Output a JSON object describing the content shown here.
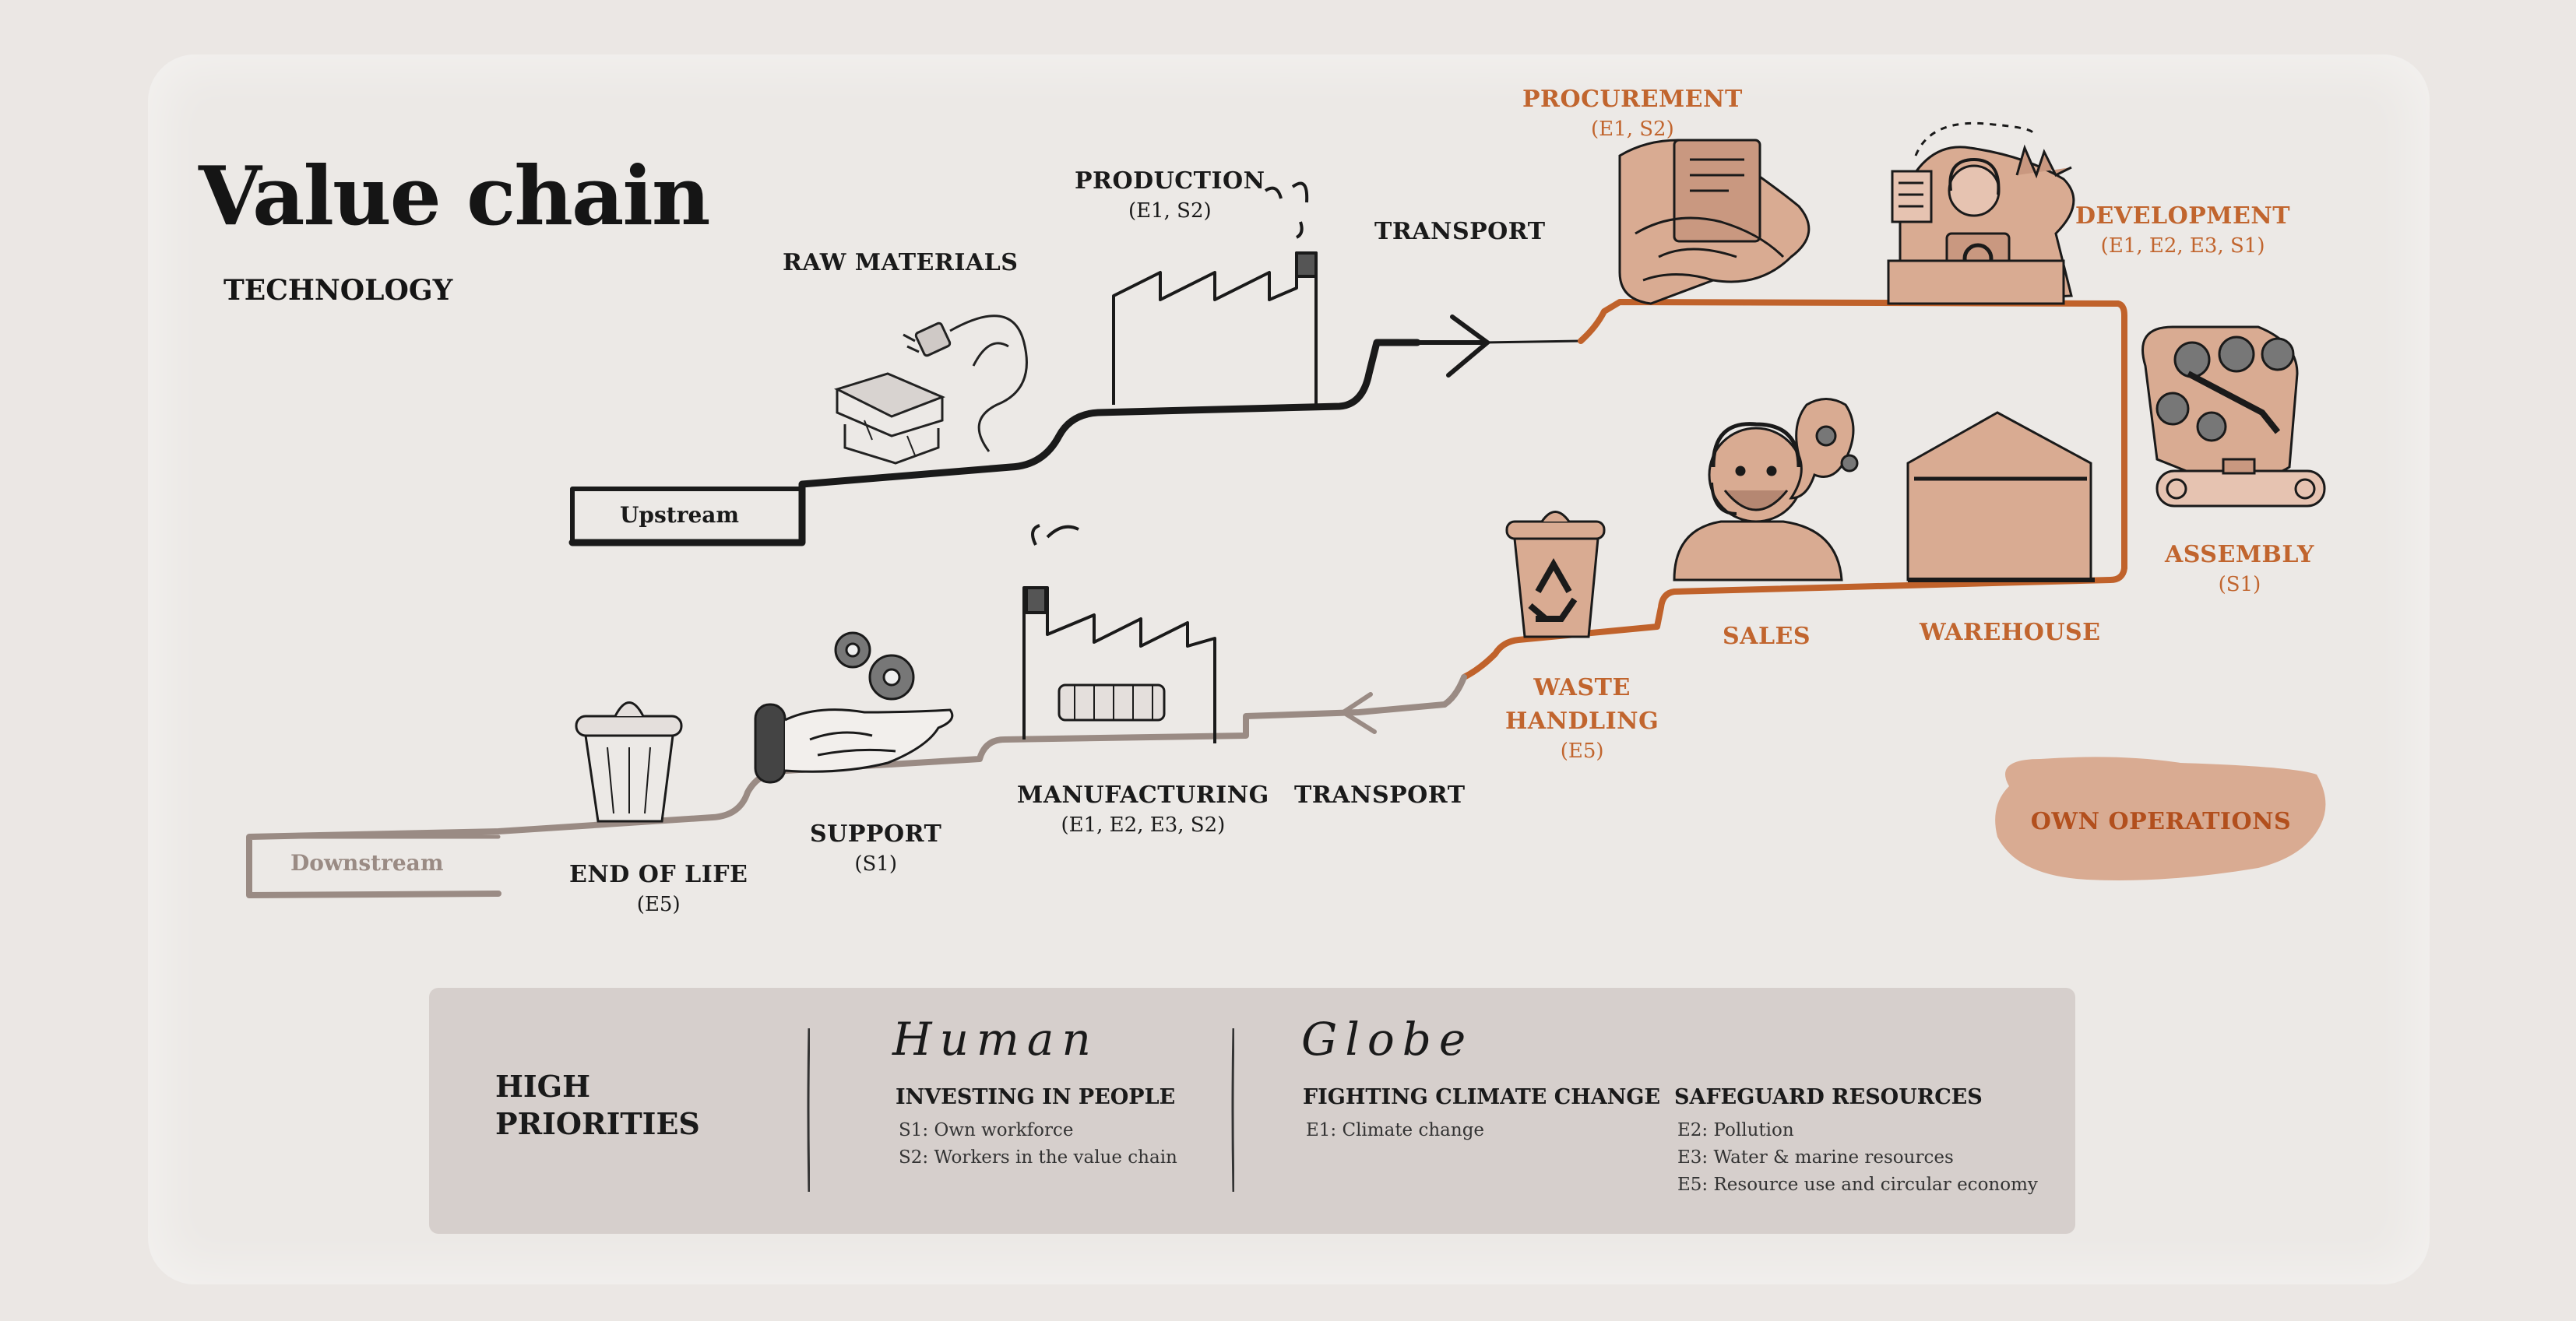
{
  "header": {
    "title": "Value chain",
    "subtitle": "TECHNOLOGY"
  },
  "stages": {
    "upstream": "Upstream",
    "downstream": "Downstream",
    "raw_materials": {
      "name": "RAW MATERIALS"
    },
    "production": {
      "name": "PRODUCTION",
      "codes": "(E1, S2)"
    },
    "transport_up": {
      "name": "TRANSPORT"
    },
    "procurement": {
      "name": "PROCUREMENT",
      "codes": "(E1, S2)"
    },
    "development": {
      "name": "DEVELOPMENT",
      "codes": "(E1, E2, E3, S1)"
    },
    "assembly": {
      "name": "ASSEMBLY",
      "codes": "(S1)"
    },
    "warehouse": {
      "name": "WAREHOUSE"
    },
    "sales": {
      "name": "SALES"
    },
    "waste_handling": {
      "name_line1": "WASTE",
      "name_line2": "HANDLING",
      "codes": "(E5)"
    },
    "transport_down": {
      "name": "TRANSPORT"
    },
    "manufacturing": {
      "name": "MANUFACTURING",
      "codes": "(E1, E2, E3, S2)"
    },
    "support": {
      "name": "SUPPORT",
      "codes": "(S1)"
    },
    "end_of_life": {
      "name": "END OF LIFE",
      "codes": "(E5)"
    }
  },
  "own_operations": "OWN OPERATIONS",
  "priorities": {
    "heading_line1": "HIGH",
    "heading_line2": "PRIORITIES",
    "human": {
      "script_title": "Human",
      "group_title": "INVESTING IN PEOPLE",
      "items": [
        "S1: Own workforce",
        "S2: Workers in the value chain"
      ]
    },
    "globe": {
      "script_title": "Globe",
      "climate": {
        "group_title": "FIGHTING CLIMATE CHANGE",
        "items": [
          "E1: Climate change"
        ]
      },
      "resources": {
        "group_title": "SAFEGUARD RESOURCES",
        "items": [
          "E2: Pollution",
          "E3: Water & marine resources",
          "E5: Resource use and circular economy"
        ]
      }
    }
  },
  "colors": {
    "upstream_line": "#1a1a1a",
    "own_ops_line": "#c0622b",
    "downstream_line": "#9a8b84",
    "own_ops_fill": "#d9ab92",
    "panel": "#d6cfcc"
  }
}
